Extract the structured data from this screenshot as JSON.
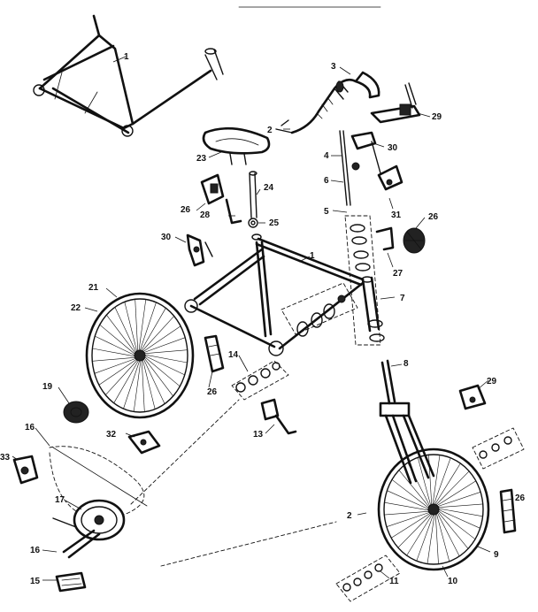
{
  "callouts": {
    "c1_top": "1",
    "c1_frame": "1",
    "c2_top": "2",
    "c2_bottom": "2",
    "c3": "3",
    "c4": "4",
    "c5": "5",
    "c6": "6",
    "c7": "7",
    "c8": "8",
    "c9_right": "9",
    "c10": "10",
    "c11": "11",
    "c13": "13",
    "c14": "14",
    "c15": "15",
    "c16_pedal": "16",
    "c16_chain": "16",
    "c17": "17",
    "c19": "19",
    "c21": "21",
    "c22": "22",
    "c23": "23",
    "c24": "24",
    "c25": "25",
    "c26_tl": "26",
    "c26_tr": "26",
    "c26_mid": "26",
    "c26_br": "26",
    "c27": "27",
    "c28": "28",
    "c29_top": "29",
    "c29_right": "29",
    "c30_top": "30",
    "c30_left": "30",
    "c31": "31",
    "c32": "32",
    "c33": "33"
  }
}
